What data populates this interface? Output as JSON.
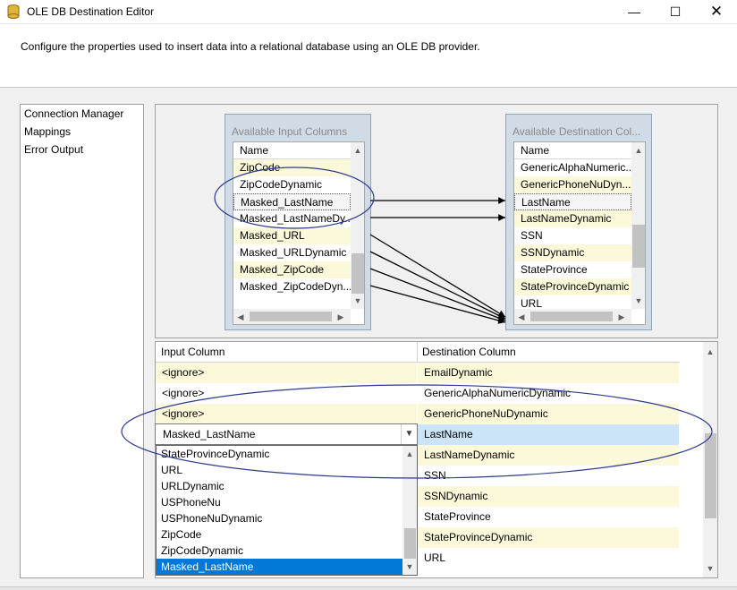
{
  "window": {
    "title": "OLE DB Destination Editor",
    "icon": "database-icon",
    "controls": {
      "minimize": "—",
      "maximize": "☐",
      "close": "✕"
    }
  },
  "description": "Configure the properties used to insert data into a relational database using an OLE DB provider.",
  "nav": {
    "items": [
      {
        "label": "Connection Manager"
      },
      {
        "label": "Mappings"
      },
      {
        "label": "Error Output"
      }
    ]
  },
  "input_columns": {
    "title": "Available Input Columns",
    "header": "Name",
    "rows": [
      "ZipCode",
      "ZipCodeDynamic",
      "Masked_LastName",
      "Masked_LastNameDy...",
      "Masked_URL",
      "Masked_URLDynamic",
      "Masked_ZipCode",
      "Masked_ZipCodeDyn..."
    ]
  },
  "destination_columns": {
    "title": "Available Destination Col...",
    "header": "Name",
    "rows": [
      "GenericAlphaNumeric...",
      "GenericPhoneNuDyn...",
      "LastName",
      "LastNameDynamic",
      "SSN",
      "SSNDynamic",
      "StateProvince",
      "StateProvinceDynamic",
      "URL"
    ]
  },
  "grid": {
    "headers": {
      "input": "Input Column",
      "destination": "Destination Column"
    },
    "rows": [
      {
        "input": "<ignore>",
        "destination": "EmailDynamic"
      },
      {
        "input": "<ignore>",
        "destination": "GenericAlphaNumericDynamic"
      },
      {
        "input": "<ignore>",
        "destination": "GenericPhoneNuDynamic"
      },
      {
        "input": "Masked_LastName",
        "destination": "LastName"
      },
      {
        "input": "",
        "destination": "LastNameDynamic"
      },
      {
        "input": "",
        "destination": "SSN"
      },
      {
        "input": "",
        "destination": "SSNDynamic"
      },
      {
        "input": "",
        "destination": "StateProvince"
      },
      {
        "input": "",
        "destination": "StateProvinceDynamic"
      },
      {
        "input": "",
        "destination": "URL"
      }
    ]
  },
  "combo": {
    "value": "Masked_LastName",
    "options": [
      "StateProvinceDynamic",
      "URL",
      "URLDynamic",
      "USPhoneNu",
      "USPhoneNuDynamic",
      "ZipCode",
      "ZipCodeDynamic",
      "Masked_LastName"
    ],
    "selected": "Masked_LastName"
  },
  "colors": {
    "highlight_yellow": "#fbf9d9",
    "selection_blue": "#0078d7",
    "annotation_ellipse": "#2b3a8f"
  }
}
